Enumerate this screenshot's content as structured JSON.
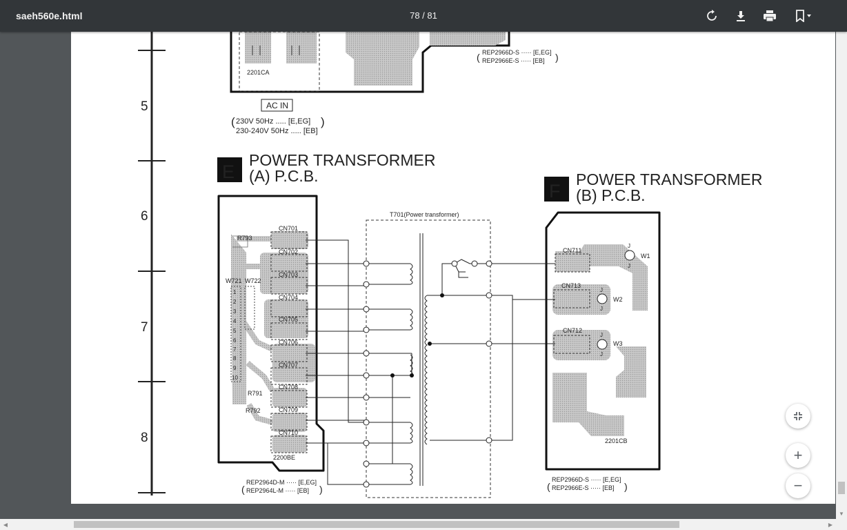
{
  "toolbar": {
    "title": "saeh560e.html",
    "page_indicator": "78 / 81",
    "icons": [
      "rotate-icon",
      "download-icon",
      "print-icon",
      "bookmark-icon"
    ]
  },
  "ruler": {
    "labels": [
      "5",
      "6",
      "7",
      "8"
    ]
  },
  "top_section": {
    "board_label": "2201CA",
    "ac_in": "AC IN",
    "voltage_lines": [
      "230V 50Hz ..... [E,EG]",
      "230-240V 50Hz ..... [EB]"
    ],
    "rep_lines": [
      "REP2966D-S ····· [E,EG]",
      "REP2966E-S ····· [EB]"
    ]
  },
  "section_e": {
    "letter": "E",
    "title_line1": "POWER TRANSFORMER",
    "title_line2": "(A) P.C.B.",
    "board_label": "2200BE",
    "connectors": [
      "CN701",
      "CN702",
      "CN703",
      "CN704",
      "CN705",
      "CN706",
      "CN707",
      "CN708",
      "CN709",
      "CN710"
    ],
    "resistors": [
      "R793",
      "R791",
      "R792"
    ],
    "jumpers": [
      "W721",
      "W722"
    ],
    "pin_numbers": [
      "1",
      "2",
      "3",
      "4",
      "5",
      "6",
      "7",
      "8",
      "9",
      "10"
    ],
    "rep_lines": [
      "REP2964D-M ····· [E,EG]",
      "REP2964L-M ····· [EB]"
    ]
  },
  "transformer": {
    "label": "T701(Power transformer)"
  },
  "section_f": {
    "letter": "F",
    "title_line1": "POWER TRANSFORMER",
    "title_line2": "(B) P.C.B.",
    "board_label": "2201CB",
    "connectors": [
      "CN711",
      "CN713",
      "CN712"
    ],
    "wires": [
      "W1",
      "W2",
      "W3"
    ],
    "j_label": "J",
    "rep_lines": [
      "REP2966D-S ····· [E,EG]",
      "REP2966E-S ····· [EB]"
    ]
  },
  "controls": {
    "fit": "fit-page-icon",
    "zoom_in": "+",
    "zoom_out": "−"
  }
}
